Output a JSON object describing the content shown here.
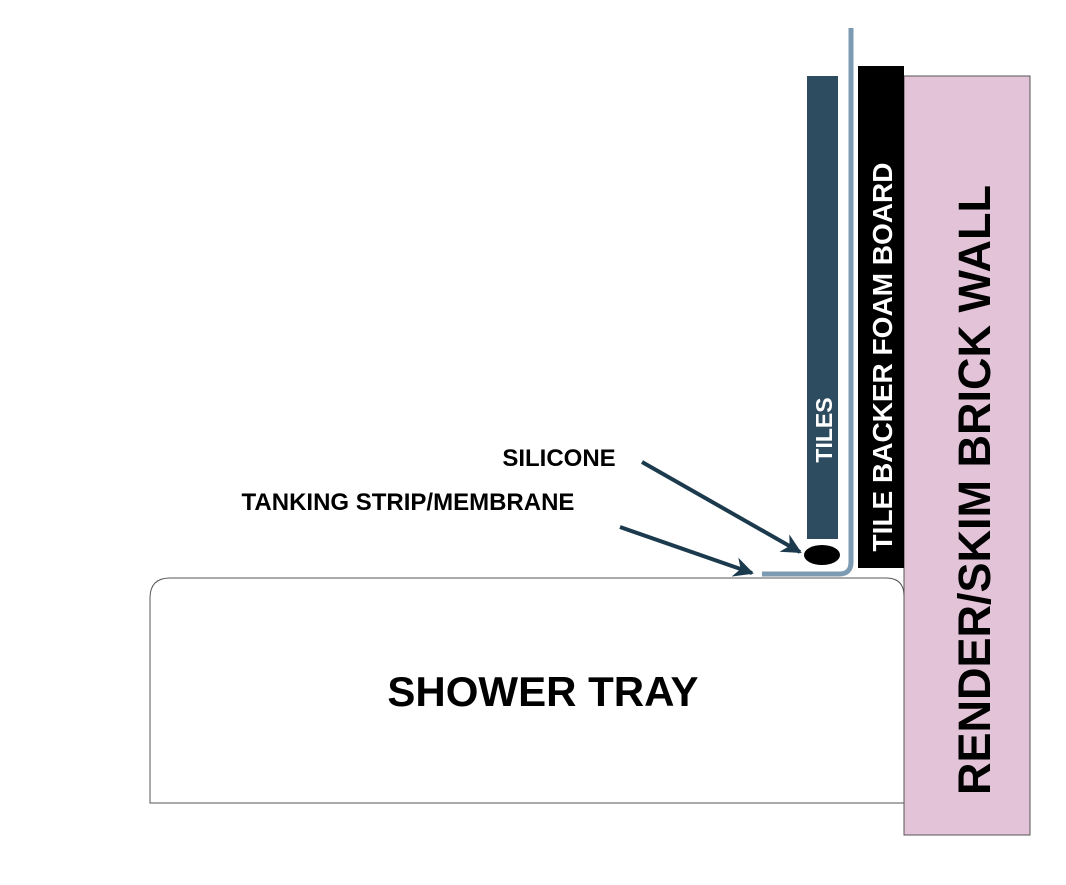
{
  "diagram": {
    "components": {
      "tiles": {
        "label": "TILES",
        "fill": "#2e4c60"
      },
      "foam_board": {
        "label": "TILE BACKER FOAM BOARD",
        "fill": "#000000",
        "text_color": "#ffffff"
      },
      "wall": {
        "label": "RENDER/SKIM BRICK WALL",
        "fill": "#e3c3d8",
        "text_color": "#000000"
      },
      "shower_tray": {
        "label": "SHOWER TRAY",
        "fill": "#ffffff"
      },
      "membrane": {
        "stroke": "#7c9ab1"
      },
      "silicone": {
        "fill": "#000000"
      }
    },
    "callouts": {
      "silicone": {
        "label": "SILICONE"
      },
      "tanking": {
        "label": "TANKING STRIP/MEMBRANE"
      },
      "arrow_color": "#1c3a4d"
    }
  }
}
